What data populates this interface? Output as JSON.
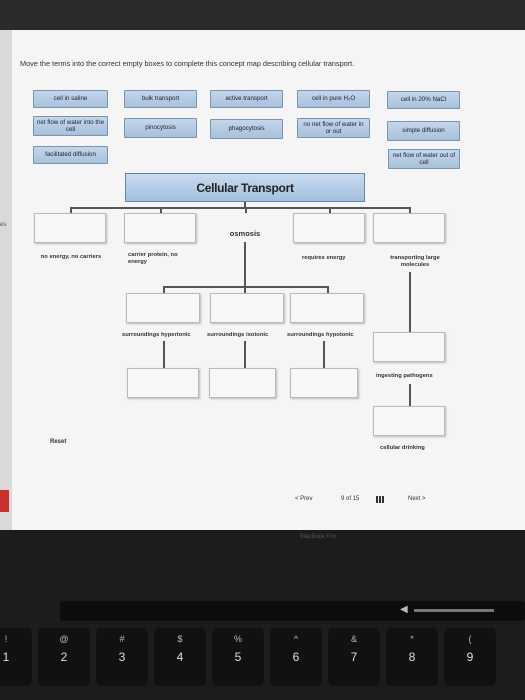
{
  "instruction": "Move the terms into the correct empty boxes to complete this concept map describing cellular transport.",
  "edge_text": "es",
  "terms": {
    "r1c1": "cell in saline",
    "r1c2": "bulk transport",
    "r1c3": "active transport",
    "r1c4": "cell in pure H₂O",
    "r1c5": "cell in 20% NaCl",
    "r2c1": "net flow of water into the cell",
    "r2c2": "pinocytosis",
    "r2c3": "phagocytosis",
    "r2c4": "no net flow of water in or out",
    "r2c5": "simple diffusion",
    "r3c1": "facilitated diffusion",
    "r3c5": "net flow of water out of cell"
  },
  "map": {
    "title": "Cellular Transport",
    "osmosis": "osmosis",
    "no_energy": "no energy, no carriers",
    "carrier_protein": "carrier protein, no energy",
    "requires_energy": "requires energy",
    "transporting_large": "transporting large molecules",
    "surr_hypertonic": "surroundings hypertonic",
    "surr_isotonic": "surroundings isotonic",
    "surr_hypotonic": "surroundings hypotonic",
    "ingesting_pathogens": "ingesting pathogens",
    "cellular_drinking": "cellular drinking"
  },
  "controls": {
    "reset": "Reset",
    "prev": "< Prev",
    "page_current": "9",
    "page_of": "of",
    "page_total": "15",
    "next": "Next >"
  },
  "device_label": "MacBook Pro",
  "keys": [
    {
      "sym": "!",
      "num": "1"
    },
    {
      "sym": "@",
      "num": "2"
    },
    {
      "sym": "#",
      "num": "3"
    },
    {
      "sym": "$",
      "num": "4"
    },
    {
      "sym": "%",
      "num": "5"
    },
    {
      "sym": "^",
      "num": "6"
    },
    {
      "sym": "&",
      "num": "7"
    },
    {
      "sym": "*",
      "num": "8"
    },
    {
      "sym": "(",
      "num": "9"
    }
  ]
}
